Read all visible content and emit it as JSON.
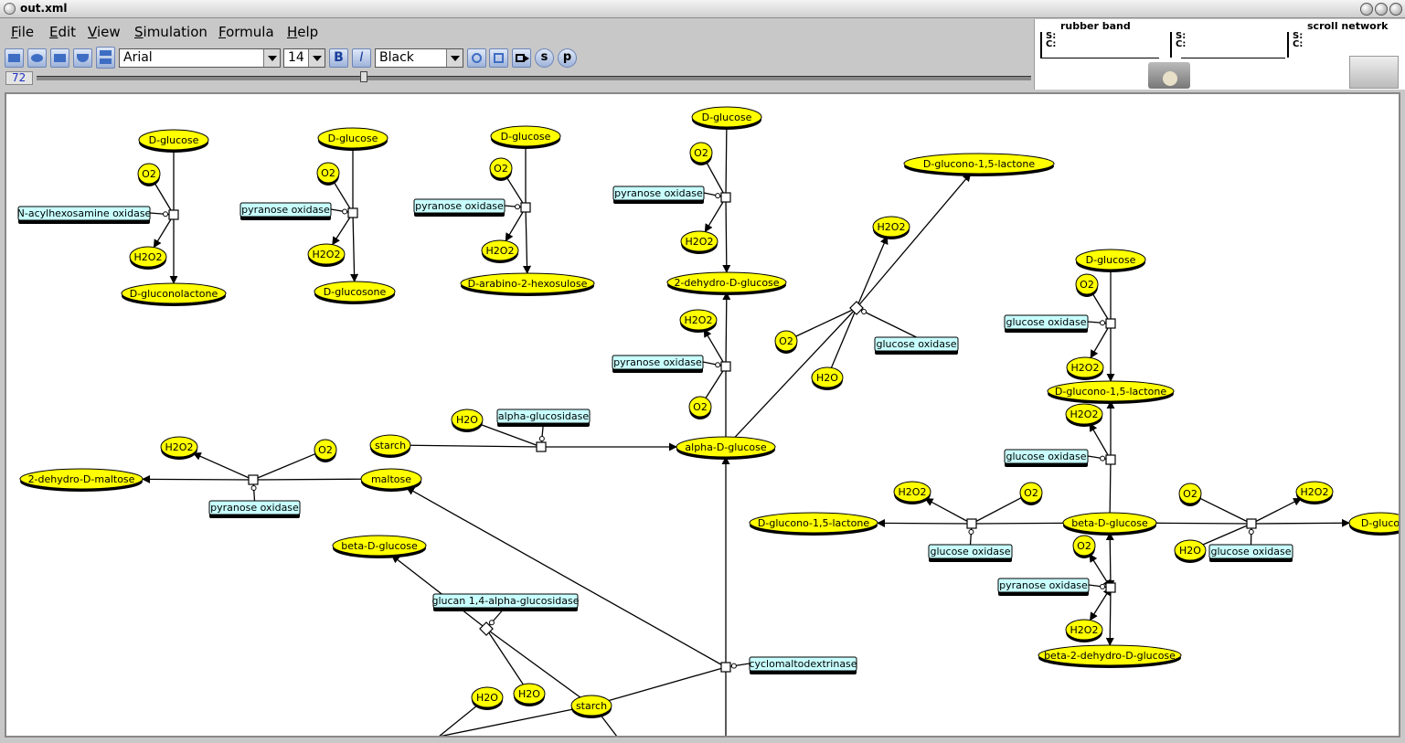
{
  "window": {
    "title": "out.xml"
  },
  "menu": [
    {
      "label": "File",
      "mnemonic": "F",
      "rest": "ile"
    },
    {
      "label": "Edit",
      "mnemonic": "E",
      "rest": "dit"
    },
    {
      "label": "View",
      "mnemonic": "V",
      "rest": "iew"
    },
    {
      "label": "Simulation",
      "mnemonic": "S",
      "rest": "imulation"
    },
    {
      "label": "Formula",
      "mnemonic": "F",
      "rest": "ormula"
    },
    {
      "label": "Help",
      "mnemonic": "H",
      "rest": "elp"
    }
  ],
  "toolbar": {
    "font_name": "Arial",
    "font_size": "14",
    "color_name": "Black",
    "bold_label": "B",
    "italic_label": "I",
    "s_label": "s",
    "p_label": "p"
  },
  "zoom": {
    "value": "72"
  },
  "overview": {
    "rubber_band": "rubber band",
    "scroll_network": "scroll network",
    "s_label": "S:",
    "c_label": "C:"
  },
  "colors": {
    "species": "#ffff00",
    "enzyme": "#c8ffff",
    "edge": "#000000"
  },
  "network": {
    "species": [
      {
        "id": "s1",
        "label": "D-glucose"
      },
      {
        "id": "s2",
        "label": "O2"
      },
      {
        "id": "s3",
        "label": "H2O2"
      },
      {
        "id": "s4",
        "label": "D-gluconolactone"
      },
      {
        "id": "s5",
        "label": "D-glucose"
      },
      {
        "id": "s6",
        "label": "O2"
      },
      {
        "id": "s7",
        "label": "H2O2"
      },
      {
        "id": "s8",
        "label": "D-glucosone"
      },
      {
        "id": "s9",
        "label": "D-glucose"
      },
      {
        "id": "s10",
        "label": "O2"
      },
      {
        "id": "s11",
        "label": "H2O2"
      },
      {
        "id": "s12",
        "label": "D-arabino-2-hexosulose"
      },
      {
        "id": "s13",
        "label": "D-glucose"
      },
      {
        "id": "s14",
        "label": "O2"
      },
      {
        "id": "s15",
        "label": "H2O2"
      },
      {
        "id": "s16",
        "label": "2-dehydro-D-glucose"
      },
      {
        "id": "s17",
        "label": "H2O2"
      },
      {
        "id": "s18",
        "label": "O2"
      },
      {
        "id": "s19",
        "label": "alpha-D-glucose"
      },
      {
        "id": "s20",
        "label": "D-glucono-1,5-lactone"
      },
      {
        "id": "s21",
        "label": "H2O2"
      },
      {
        "id": "s22",
        "label": "O2"
      },
      {
        "id": "s23",
        "label": "H2O"
      },
      {
        "id": "s24",
        "label": "D-glucose"
      },
      {
        "id": "s25",
        "label": "O2"
      },
      {
        "id": "s26",
        "label": "H2O2"
      },
      {
        "id": "s27",
        "label": "D-glucono-1,5-lactone"
      },
      {
        "id": "s28",
        "label": "H2O2"
      },
      {
        "id": "s29",
        "label": "H2O"
      },
      {
        "id": "s30",
        "label": "starch"
      },
      {
        "id": "s31",
        "label": "H2O2"
      },
      {
        "id": "s32",
        "label": "O2"
      },
      {
        "id": "s33",
        "label": "2-dehydro-D-maltose"
      },
      {
        "id": "s34",
        "label": "maltose"
      },
      {
        "id": "s35",
        "label": "beta-D-glucose"
      },
      {
        "id": "s36",
        "label": "H2O2"
      },
      {
        "id": "s37",
        "label": "O2"
      },
      {
        "id": "s38",
        "label": "D-glucono-1,5-lactone"
      },
      {
        "id": "s39",
        "label": "beta-D-glucose"
      },
      {
        "id": "s40",
        "label": "O2"
      },
      {
        "id": "s41",
        "label": "H2O2"
      },
      {
        "id": "s42",
        "label": "D-gluco"
      },
      {
        "id": "s43",
        "label": "H2O"
      },
      {
        "id": "s44",
        "label": "O2"
      },
      {
        "id": "s45",
        "label": "H2O2"
      },
      {
        "id": "s46",
        "label": "beta-2-dehydro-D-glucose"
      },
      {
        "id": "s47",
        "label": "H2O"
      },
      {
        "id": "s48",
        "label": "H2O"
      },
      {
        "id": "s49",
        "label": "starch"
      }
    ],
    "enzymes": [
      {
        "id": "e1",
        "label": "N-acylhexosamine oxidase"
      },
      {
        "id": "e2",
        "label": "pyranose oxidase"
      },
      {
        "id": "e3",
        "label": "pyranose oxidase"
      },
      {
        "id": "e4",
        "label": "pyranose oxidase"
      },
      {
        "id": "e5",
        "label": "pyranose oxidase"
      },
      {
        "id": "e6",
        "label": "glucose oxidase"
      },
      {
        "id": "e7",
        "label": "glucose oxidase"
      },
      {
        "id": "e8",
        "label": "glucose oxidase"
      },
      {
        "id": "e9",
        "label": "alpha-glucosidase"
      },
      {
        "id": "e10",
        "label": "pyranose oxidase"
      },
      {
        "id": "e11",
        "label": "glucan 1,4-alpha-glucosidase"
      },
      {
        "id": "e12",
        "label": "glucose oxidase"
      },
      {
        "id": "e13",
        "label": "glucose oxidase"
      },
      {
        "id": "e14",
        "label": "pyranose oxidase"
      },
      {
        "id": "e15",
        "label": "cyclomaltodextrinase"
      }
    ]
  }
}
